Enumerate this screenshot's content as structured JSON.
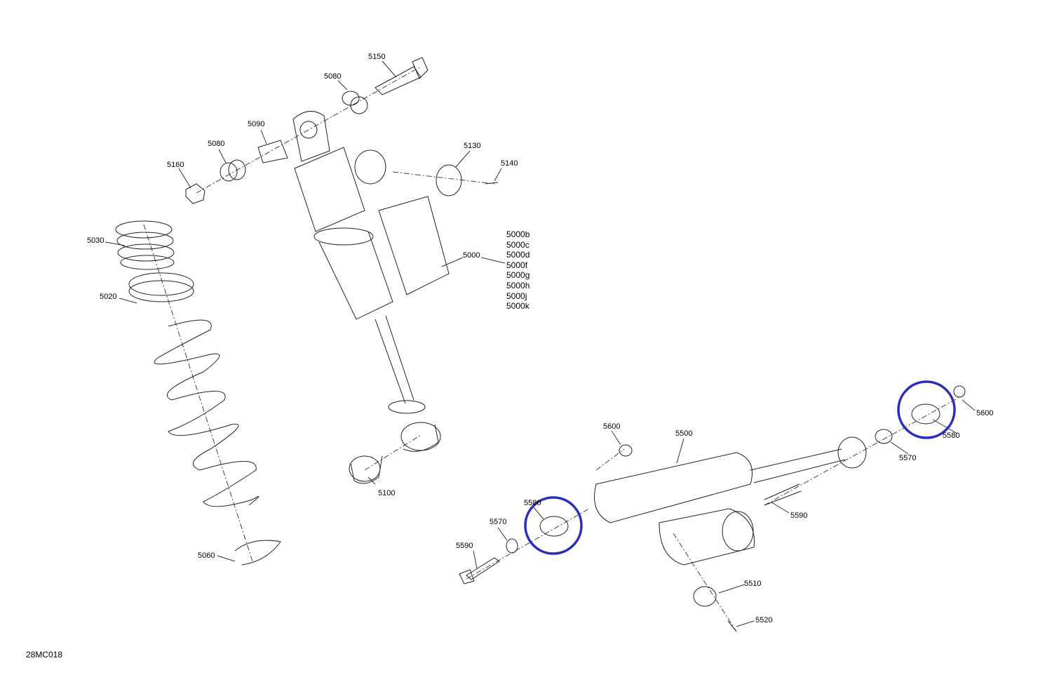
{
  "diagram_code": "28MC018",
  "callouts": {
    "c5150": "5150",
    "c5080a": "5080",
    "c5090": "5090",
    "c5080b": "5080",
    "c5160": "5160",
    "c5130": "5130",
    "c5140": "5140",
    "c5030": "5030",
    "c5020": "5020",
    "c5000": "5000",
    "c5100": "5100",
    "c5060": "5060",
    "c5600a": "5600",
    "c5500": "5500",
    "c5580a": "5580",
    "c5570a": "5570",
    "c5590a": "5590",
    "c5510": "5510",
    "c5520": "5520",
    "c5600b": "5600",
    "c5580b": "5580",
    "c5570b": "5570",
    "c5590b": "5590"
  },
  "variants": [
    "5000b",
    "5000c",
    "5000d",
    "5000f",
    "5000g",
    "5000h",
    "5000j",
    "5000k"
  ],
  "highlight_color": "#2b2fb8"
}
